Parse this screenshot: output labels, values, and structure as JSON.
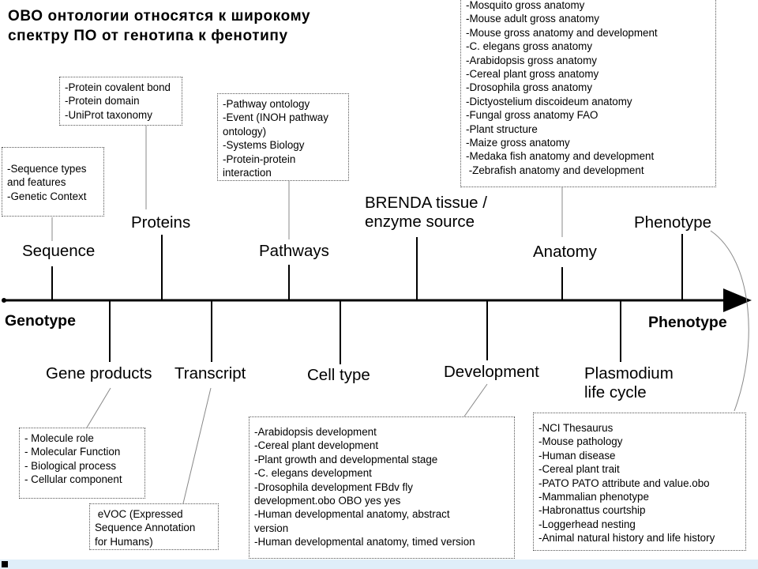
{
  "title_lines": [
    "ОВО онтологии относятся к широкому",
    "спектру ПО от генотипа к фенотипу"
  ],
  "axis": {
    "left_label": "Genotype",
    "right_label": "Phenotype"
  },
  "categories_above": {
    "sequence": "Sequence",
    "proteins": "Proteins",
    "pathways": "Pathways",
    "brenda": [
      "BRENDA tissue /",
      "enzyme source"
    ],
    "anatomy": "Anatomy",
    "phenotype": "Phenotype"
  },
  "categories_below": {
    "gene_products": "Gene products",
    "transcript": "Transcript",
    "cell_type": "Cell type",
    "development": "Development",
    "plasmodium": [
      "Plasmodium",
      "life cycle"
    ]
  },
  "boxes": {
    "sequence": [
      "-Sequence types",
      "and features",
      "-Genetic Context"
    ],
    "proteins": [
      "-Protein covalent bond",
      "-Protein domain",
      "-UniProt taxonomy"
    ],
    "pathways": [
      "-Pathway ontology",
      "-Event (INOH pathway",
      "ontology)",
      "-Systems Biology",
      "-Protein-protein",
      "interaction"
    ],
    "anatomy": [
      "-Mosquito gross anatomy",
      "-Mouse adult gross anatomy",
      "-Mouse gross anatomy and development",
      "-C. elegans gross anatomy",
      "-Arabidopsis gross anatomy",
      "-Cereal plant gross anatomy",
      "-Drosophila gross anatomy",
      "-Dictyostelium discoideum anatomy",
      "-Fungal gross anatomy FAO",
      "-Plant structure",
      "-Maize gross anatomy",
      "-Medaka fish anatomy and development",
      " -Zebrafish anatomy and development"
    ],
    "gene_products": [
      "- Molecule role",
      "- Molecular Function",
      "- Biological process",
      "- Cellular component"
    ],
    "transcript": [
      " eVOC (Expressed",
      "Sequence Annotation",
      "for Humans)"
    ],
    "development": [
      "-Arabidopsis development",
      "-Cereal plant development",
      "-Plant growth and developmental stage",
      "-C. elegans development",
      "-Drosophila development FBdv fly",
      "development.obo OBO yes yes",
      "-Human developmental anatomy, abstract",
      "version",
      "-Human developmental anatomy, timed version"
    ],
    "phenotype": [
      "-NCI Thesaurus",
      "-Mouse pathology",
      "-Human disease",
      "-Cereal plant trait",
      "-PATO PATO attribute and value.obo",
      "-Mammalian phenotype",
      "-Habronattus courtship",
      "-Loggerhead nesting",
      "-Animal natural history and life history"
    ]
  },
  "colors": {
    "line": "#000000",
    "box_border": "#555555",
    "footer": "#dfeef9"
  }
}
